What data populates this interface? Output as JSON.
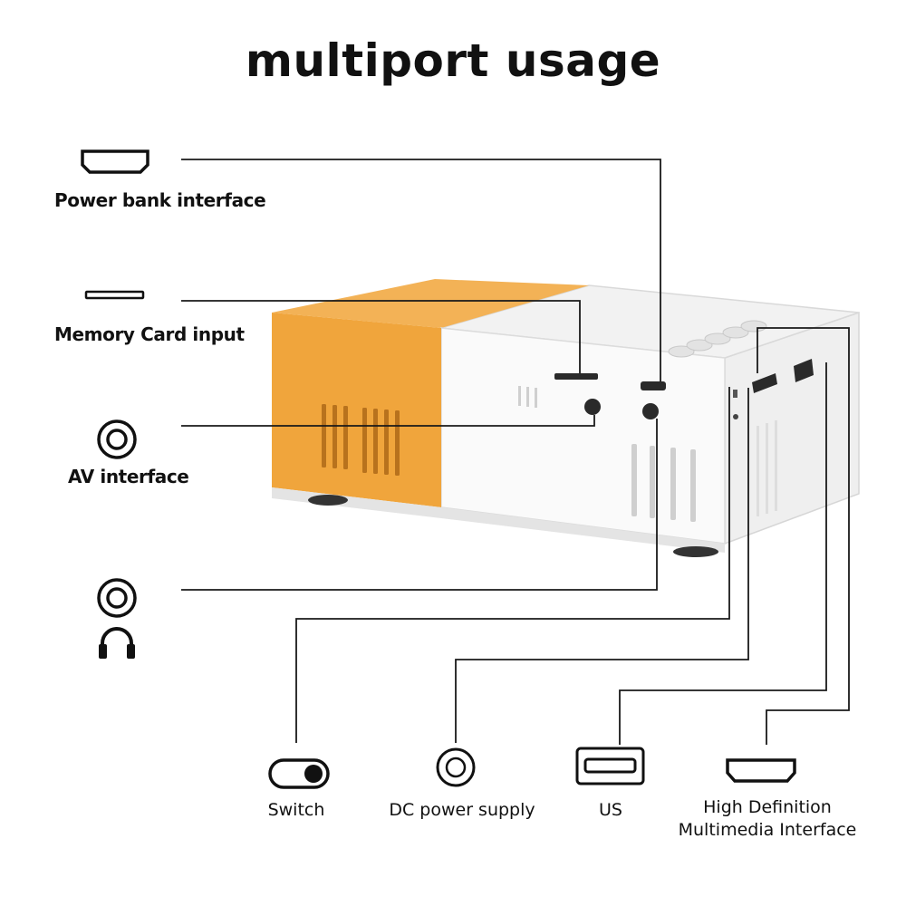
{
  "title": "multiport usage",
  "left_ports": [
    {
      "label": "Power bank interface",
      "icon": "hdmi-port-icon"
    },
    {
      "label": "Memory Card input",
      "icon": "card-slot-icon"
    },
    {
      "label": "AV interface",
      "icon": "av-jack-icon"
    },
    {
      "label": "",
      "icon": "headphone-jack-icon"
    }
  ],
  "bottom_ports": [
    {
      "label": "Switch",
      "icon": "switch-toggle-icon"
    },
    {
      "label": "DC power supply",
      "icon": "dc-power-icon"
    },
    {
      "label": "US",
      "icon": "usb-port-icon"
    },
    {
      "label_line1": "High Definition",
      "label_line2": "Multimedia Interface",
      "icon": "hdmi-port-icon"
    }
  ],
  "colors": {
    "projector_orange": "#f0a53c",
    "projector_white": "#f7f7f7",
    "line": "#1a1a1a",
    "text": "#111111"
  }
}
